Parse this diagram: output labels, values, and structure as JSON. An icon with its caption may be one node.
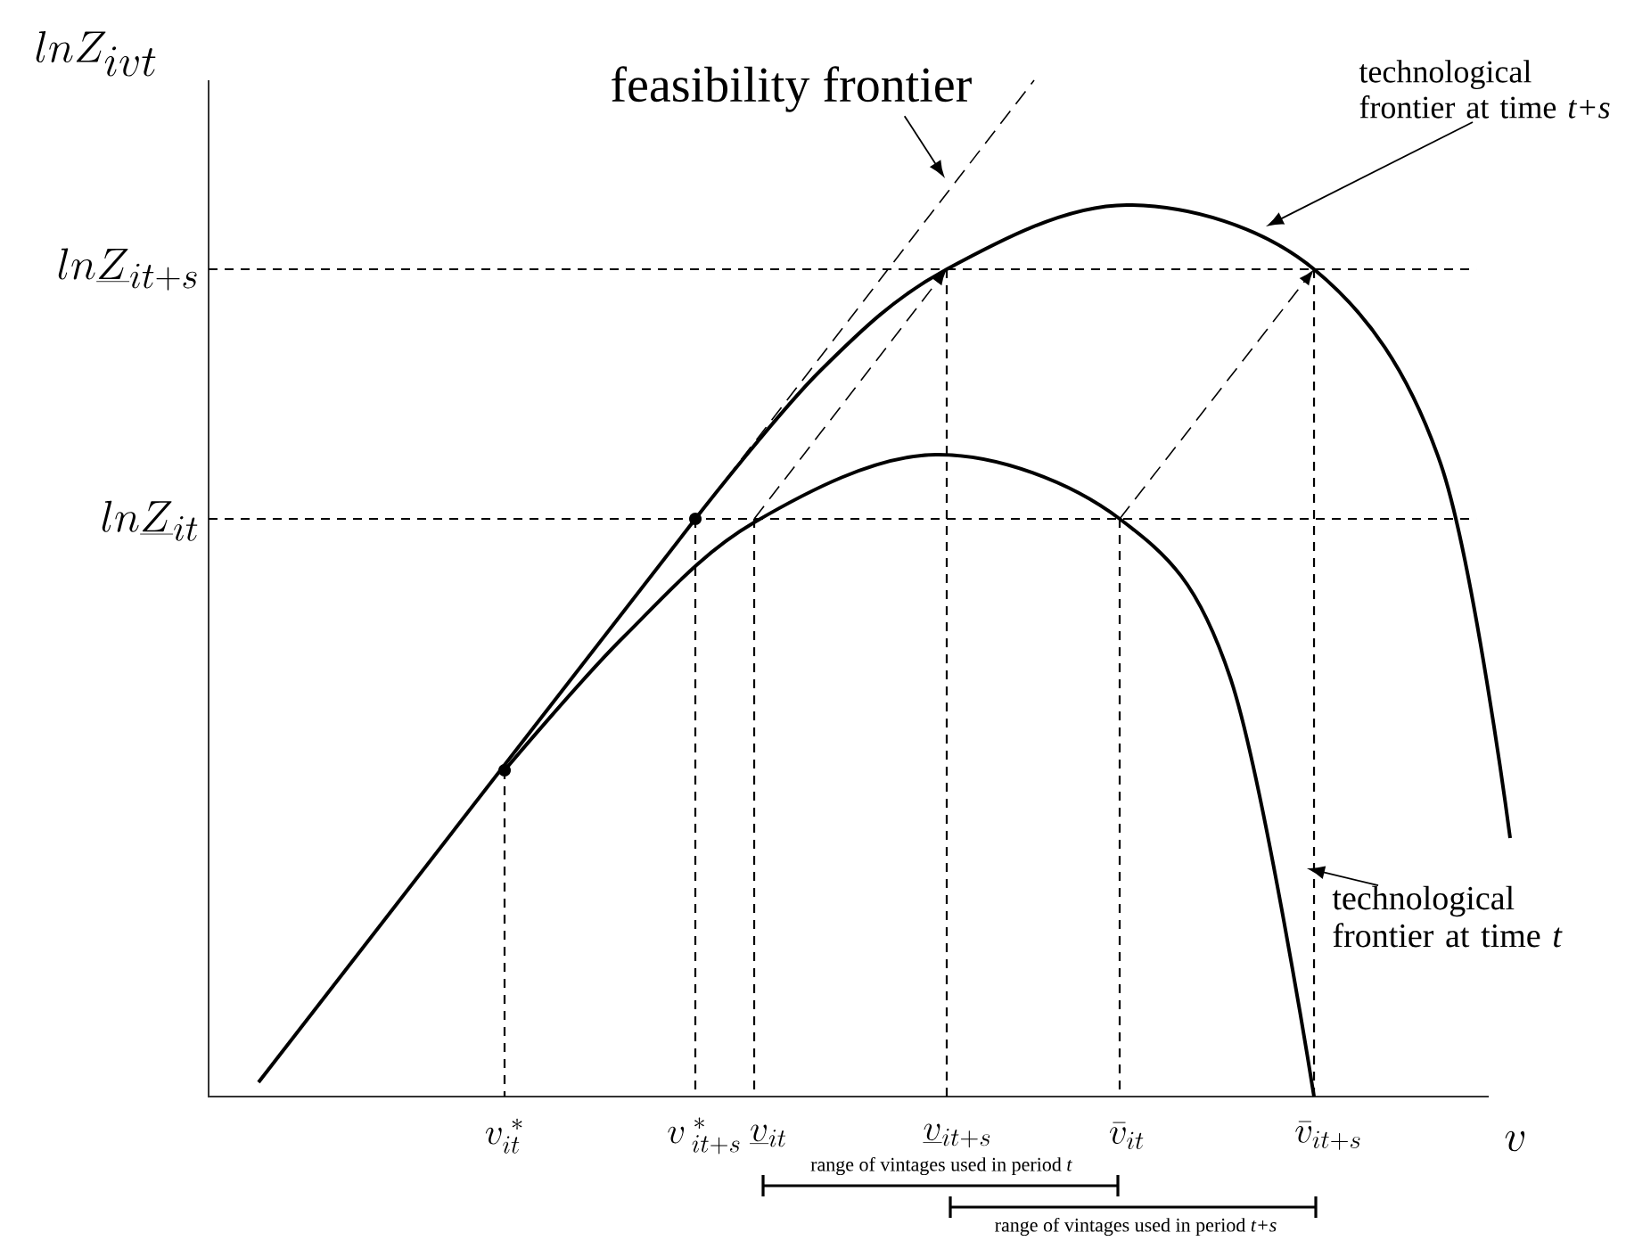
{
  "diagram": {
    "nodes": [
      {
        "text": [
          "feasibility frontier"
        ]
      },
      {
        "text": [
          "technological frontier at time *t+s*"
        ]
      },
      {
        "text": [
          "technological frontier at time *t*"
        ]
      }
    ],
    "edges": [
      {
        "from": 0,
        "to": null,
        "arrow": "to"
      },
      {
        "from": 1,
        "to": null,
        "arrow": "to"
      },
      {
        "from": 2,
        "to": null,
        "arrow": "to"
      }
    ],
    "labels": [
      "lnZ_{ivt}",
      "ln\\underline{Z}_{it+s}",
      "ln\\underline{Z}_{it}",
      "v_{it}^{\\;*}",
      "v^{\\;*}_{\\;it+s}",
      "\\underline{v}_{it}",
      "\\underline{v}_{it+s}",
      "\\bar{v}_{it}",
      "\\bar{v}_{it+s}",
      "v",
      "range of vintages used in period *t*",
      "range of vintages used in period *t+s*"
    ]
  }
}
